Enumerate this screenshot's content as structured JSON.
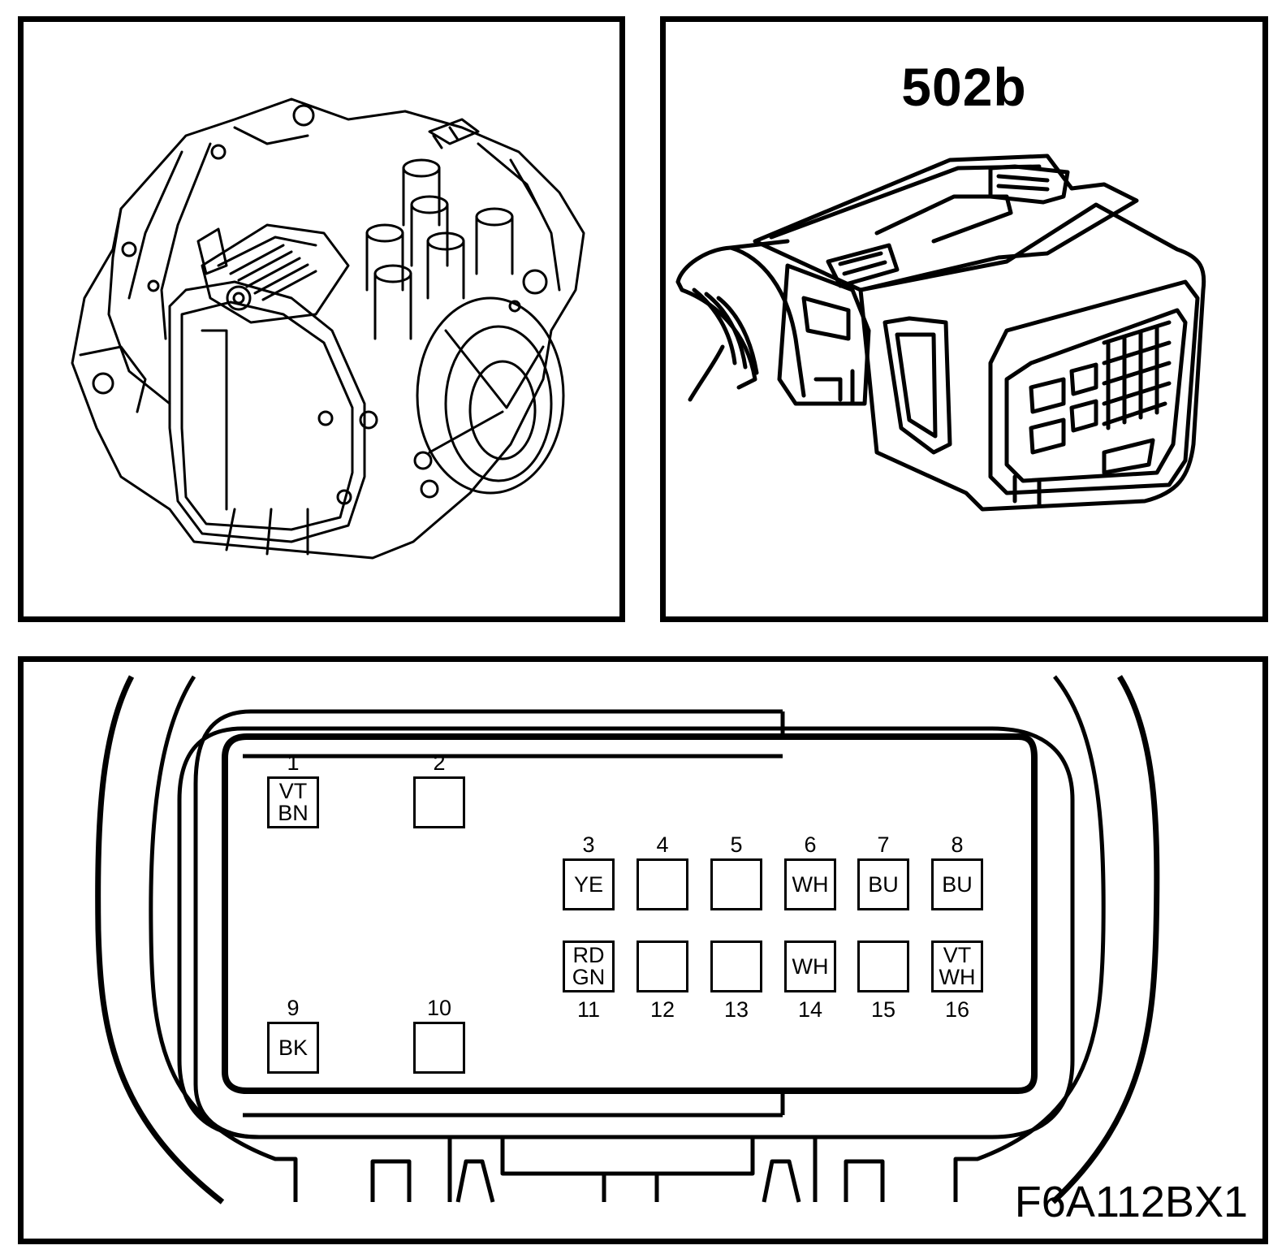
{
  "connector": {
    "title": "502b"
  },
  "figure": {
    "code": "F6A112BX1"
  },
  "colors": {
    "line": "#000000",
    "background": "#ffffff"
  },
  "icons": {
    "transmission": "transmission-drawing",
    "connector": "connector-drawing"
  },
  "pins": [
    {
      "num": "1",
      "wire1": "VT",
      "wire2": "BN"
    },
    {
      "num": "2",
      "wire1": "",
      "wire2": ""
    },
    {
      "num": "3",
      "wire1": "YE",
      "wire2": ""
    },
    {
      "num": "4",
      "wire1": "",
      "wire2": ""
    },
    {
      "num": "5",
      "wire1": "",
      "wire2": ""
    },
    {
      "num": "6",
      "wire1": "WH",
      "wire2": ""
    },
    {
      "num": "7",
      "wire1": "BU",
      "wire2": ""
    },
    {
      "num": "8",
      "wire1": "BU",
      "wire2": ""
    },
    {
      "num": "9",
      "wire1": "BK",
      "wire2": ""
    },
    {
      "num": "10",
      "wire1": "",
      "wire2": ""
    },
    {
      "num": "11",
      "wire1": "RD",
      "wire2": "GN"
    },
    {
      "num": "12",
      "wire1": "",
      "wire2": ""
    },
    {
      "num": "13",
      "wire1": "",
      "wire2": ""
    },
    {
      "num": "14",
      "wire1": "WH",
      "wire2": ""
    },
    {
      "num": "15",
      "wire1": "",
      "wire2": ""
    },
    {
      "num": "16",
      "wire1": "VT",
      "wire2": "WH"
    }
  ]
}
